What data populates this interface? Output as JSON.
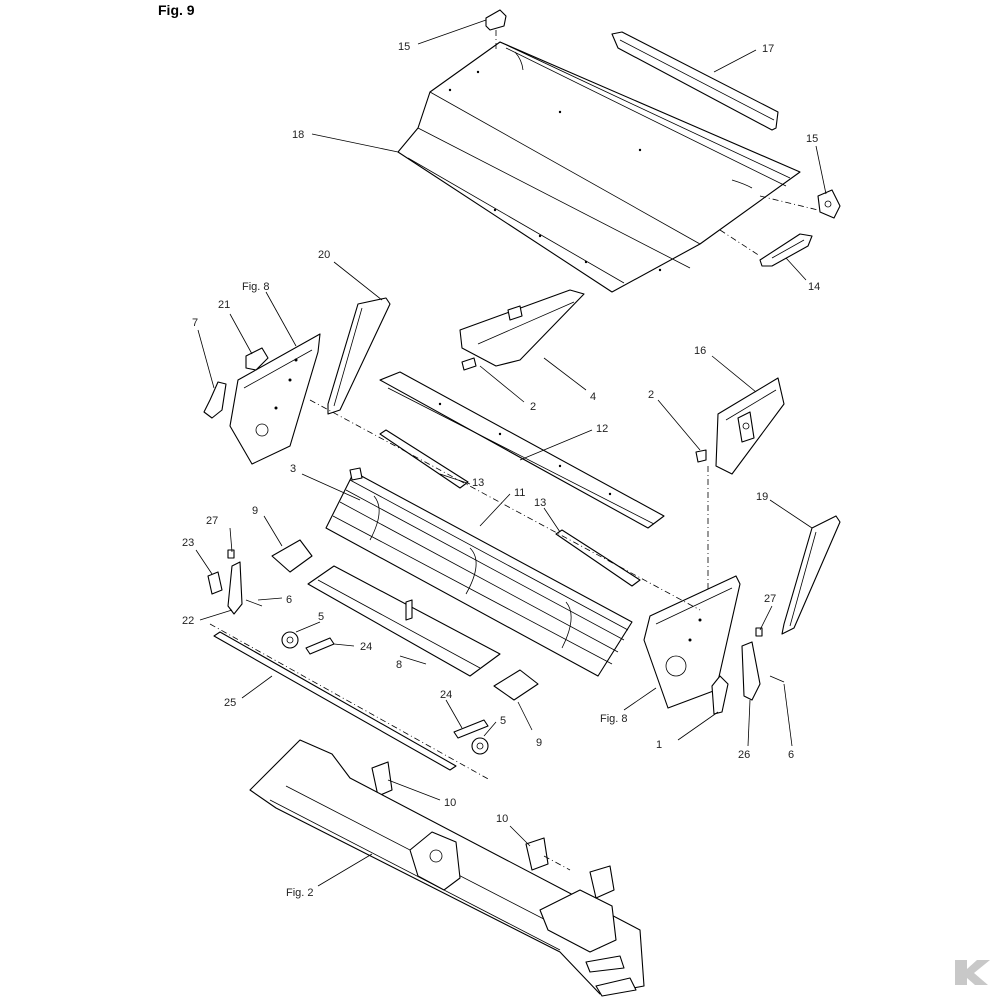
{
  "figure_title": "Fig. 9",
  "labels": {
    "p1": "1",
    "p2a": "2",
    "p2b": "2",
    "p3": "3",
    "p4": "4",
    "p5a": "5",
    "p5b": "5",
    "p6a": "6",
    "p6b": "6",
    "p7": "7",
    "p8a": "8",
    "p9a": "9",
    "p9b": "9",
    "p10a": "10",
    "p10b": "10",
    "p11": "11",
    "p12": "12",
    "p13a": "13",
    "p13b": "13",
    "p14": "14",
    "p15a": "15",
    "p15b": "15",
    "p16": "16",
    "p17": "17",
    "p18": "18",
    "p19": "19",
    "p20": "20",
    "p21": "21",
    "p22": "22",
    "p23": "23",
    "p24a": "24",
    "p24b": "24",
    "p25": "25",
    "p26": "26",
    "p27a": "27",
    "p27b": "27",
    "ref_fig8_left": "Fig. 8",
    "ref_fig8_right": "Fig. 8",
    "ref_fig2": "Fig. 2"
  },
  "colors": {
    "line": "#000000",
    "text": "#222222",
    "logo": "#c8c8c8"
  },
  "logo_icon": "brand-k-logo"
}
